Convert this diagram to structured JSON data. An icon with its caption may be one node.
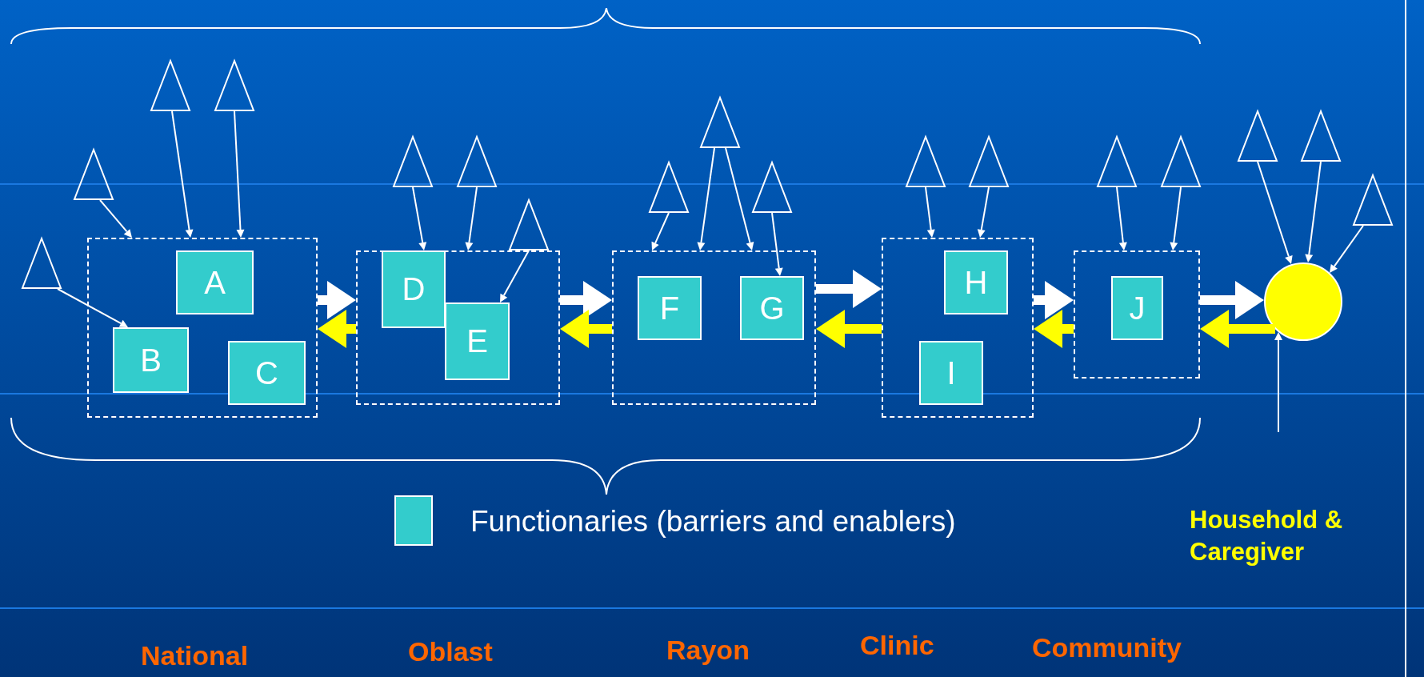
{
  "diagram": {
    "nodes": [
      {
        "text": [],
        "shape": "triangle"
      },
      {
        "text": [],
        "shape": "triangle"
      },
      {
        "text": [],
        "shape": "triangle"
      },
      {
        "text": [],
        "shape": "triangle"
      },
      {
        "text": [],
        "shape": "box"
      },
      {
        "text": [
          "A"
        ],
        "in": 4
      },
      {
        "text": [
          "B"
        ],
        "in": 4
      },
      {
        "text": [
          "C"
        ],
        "in": 4
      },
      {
        "text": [],
        "shape": "triangle"
      },
      {
        "text": [],
        "shape": "triangle"
      },
      {
        "text": [],
        "shape": "triangle"
      },
      {
        "text": [],
        "shape": "box"
      },
      {
        "text": [
          "D"
        ],
        "in": 11
      },
      {
        "text": [
          "E"
        ],
        "in": 11
      },
      {
        "text": [],
        "shape": "triangle"
      },
      {
        "text": [],
        "shape": "triangle"
      },
      {
        "text": [],
        "shape": "triangle"
      },
      {
        "text": [],
        "shape": "box"
      },
      {
        "text": [
          "F"
        ],
        "in": 17
      },
      {
        "text": [
          "G"
        ],
        "in": 17
      },
      {
        "text": [],
        "shape": "triangle"
      },
      {
        "text": [],
        "shape": "triangle"
      },
      {
        "text": [],
        "shape": "box"
      },
      {
        "text": [
          "H"
        ],
        "in": 22
      },
      {
        "text": [
          "I"
        ],
        "in": 22
      },
      {
        "text": [],
        "shape": "triangle"
      },
      {
        "text": [],
        "shape": "triangle"
      },
      {
        "text": [],
        "shape": "box"
      },
      {
        "text": [
          "J"
        ],
        "in": 27
      },
      {
        "text": [],
        "shape": "triangle"
      },
      {
        "text": [],
        "shape": "triangle"
      },
      {
        "text": [],
        "shape": "triangle"
      },
      {
        "text": [],
        "shape": "circle"
      }
    ],
    "edges": [
      {
        "from": 0,
        "to": 6,
        "arrow": "to"
      },
      {
        "from": 1,
        "to": 4,
        "arrow": "to"
      },
      {
        "from": 2,
        "to": 4,
        "arrow": "to"
      },
      {
        "from": 3,
        "to": 4,
        "arrow": "to"
      },
      {
        "from": 8,
        "to": 11,
        "arrow": "to"
      },
      {
        "from": 9,
        "to": 11,
        "arrow": "to"
      },
      {
        "from": 10,
        "to": 13,
        "arrow": "to"
      },
      {
        "from": 14,
        "to": 17,
        "arrow": "to"
      },
      {
        "from": 15,
        "to": 17,
        "arrow": "to"
      },
      {
        "from": 15,
        "to": 17,
        "arrow": "to"
      },
      {
        "from": 16,
        "to": 19,
        "arrow": "to"
      },
      {
        "from": 20,
        "to": 22,
        "arrow": "to"
      },
      {
        "from": 21,
        "to": 22,
        "arrow": "to"
      },
      {
        "from": 25,
        "to": 27,
        "arrow": "to"
      },
      {
        "from": 26,
        "to": 27,
        "arrow": "to"
      },
      {
        "from": 29,
        "to": 32,
        "arrow": "to"
      },
      {
        "from": 30,
        "to": 32,
        "arrow": "to"
      },
      {
        "from": 31,
        "to": 32,
        "arrow": "to"
      },
      {
        "from": null,
        "to": 32,
        "arrow": "to"
      },
      {
        "from": 4,
        "to": 11,
        "arrow": "to",
        "style": "thick"
      },
      {
        "from": 11,
        "to": 4,
        "arrow": "to",
        "style": "thick",
        "color": "#ffff00"
      },
      {
        "from": 11,
        "to": 17,
        "arrow": "to",
        "style": "thick"
      },
      {
        "from": 17,
        "to": 11,
        "arrow": "to",
        "style": "thick",
        "color": "#ffff00"
      },
      {
        "from": 17,
        "to": 22,
        "arrow": "to",
        "style": "thick"
      },
      {
        "from": 22,
        "to": 17,
        "arrow": "to",
        "style": "thick",
        "color": "#ffff00"
      },
      {
        "from": 22,
        "to": 27,
        "arrow": "to",
        "style": "thick"
      },
      {
        "from": 27,
        "to": 22,
        "arrow": "to",
        "style": "thick",
        "color": "#ffff00"
      },
      {
        "from": 27,
        "to": 32,
        "arrow": "to",
        "style": "thick"
      },
      {
        "from": 32,
        "to": 27,
        "arrow": "to",
        "style": "thick",
        "color": "#ffff00"
      }
    ],
    "labels": [
      "Household & Caregiver",
      "National",
      "Oblast",
      "Rayon",
      "Clinic",
      "Community"
    ],
    "legend": [
      {
        "text": "Functionaries (barriers and enablers)",
        "color": "#33cccc"
      }
    ]
  }
}
